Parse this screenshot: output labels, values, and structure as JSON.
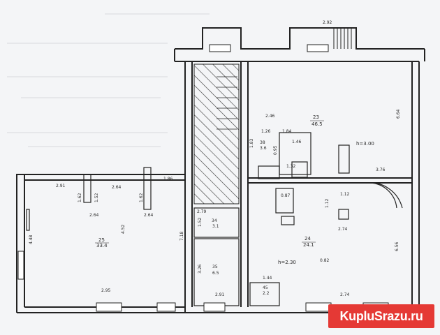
{
  "watermark": {
    "text": "KupluSrazu.ru",
    "color": "#e53935"
  },
  "dimensions": {
    "top_right": "2.92",
    "left_room_top_a": "2.91",
    "left_room_top_b": "2.64",
    "left_room_top_c": "1.86",
    "left_room_bottom": "2.95",
    "left_room_side": "4.48",
    "left_room_side2": "4.52",
    "left_room_side3": "7.18",
    "pillar_a": "1.62",
    "pillar_b": "1.52",
    "pillar_c": "2.64",
    "pillar_d": "2.64",
    "pillar_e": "1.62",
    "stair_w": "2.46",
    "top_right_side": "6.64",
    "small_a": "1.26",
    "small_b": "1.83",
    "small_c": "1.84",
    "small_d": "0.95",
    "small_e": "1.46",
    "small_f": "1.32",
    "mid_a": "2.79",
    "mid_b": "1.52",
    "mid_c": "3.26",
    "mid_d": "2.91",
    "lower_right_side": "6.56",
    "lower_right_bottom": "2.74",
    "lower_small": "1.44",
    "center_a": "0.82",
    "center_b": "2.74",
    "center_c": "1.12",
    "door_a": "3.76",
    "door_b": "0.87",
    "door_c": "1.12"
  },
  "rooms": [
    {
      "num": "25",
      "area": "33.4"
    },
    {
      "num": "23",
      "area": "46.5"
    },
    {
      "num": "24",
      "area": "24.1"
    },
    {
      "num": "34",
      "area": "3.1"
    },
    {
      "num": "35",
      "area": "6.5"
    },
    {
      "num": "38",
      "area": "3.6"
    },
    {
      "num": "45",
      "area": "2.2"
    }
  ],
  "heights": [
    {
      "text": "h=3.00"
    },
    {
      "text": "h=2.30"
    }
  ]
}
